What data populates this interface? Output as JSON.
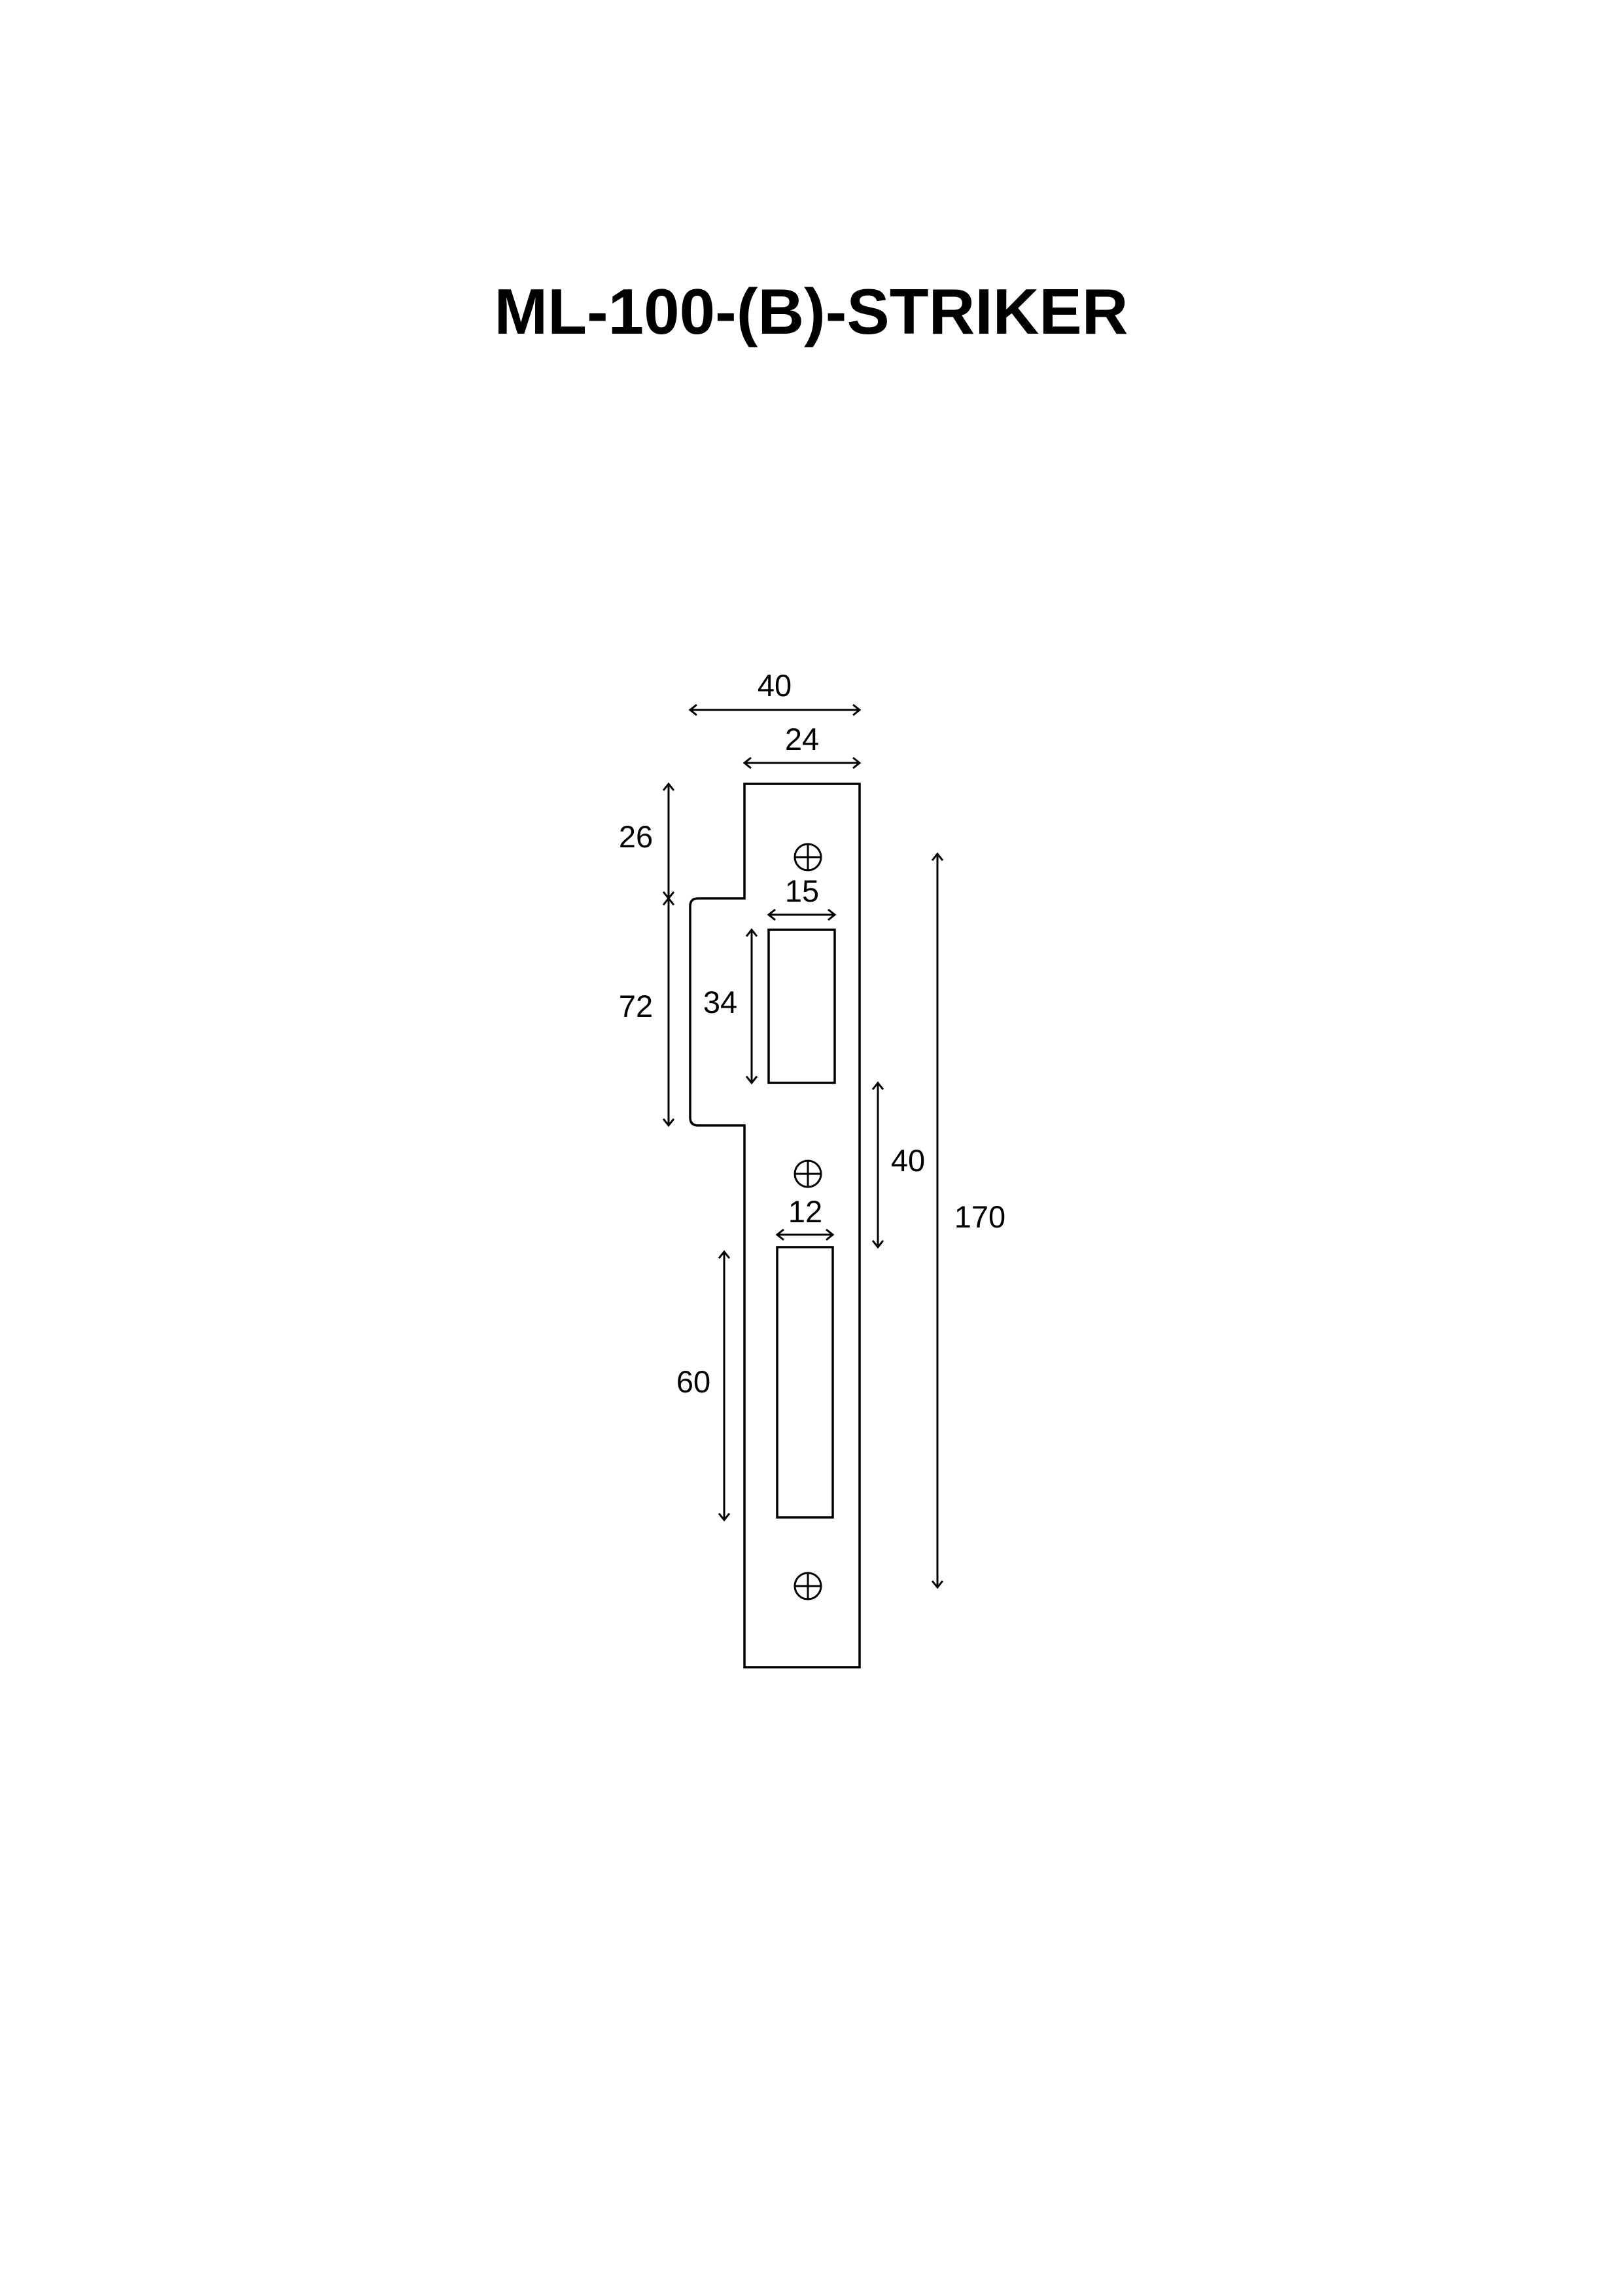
{
  "title": "ML-100-(B)-STRIKER",
  "colors": {
    "line": "#000000",
    "background": "#ffffff"
  },
  "dimensions": {
    "overall_width": "40",
    "plate_width": "24",
    "lip_top_offset": "26",
    "lip_height": "72",
    "upper_cutout_width": "15",
    "upper_cutout_height": "34",
    "cutout_spacing": "40",
    "lower_cutout_width": "12",
    "lower_cutout_height": "60",
    "hole_spacing_total": "170"
  },
  "icons": {
    "screw_hole": "crossed-circle"
  }
}
